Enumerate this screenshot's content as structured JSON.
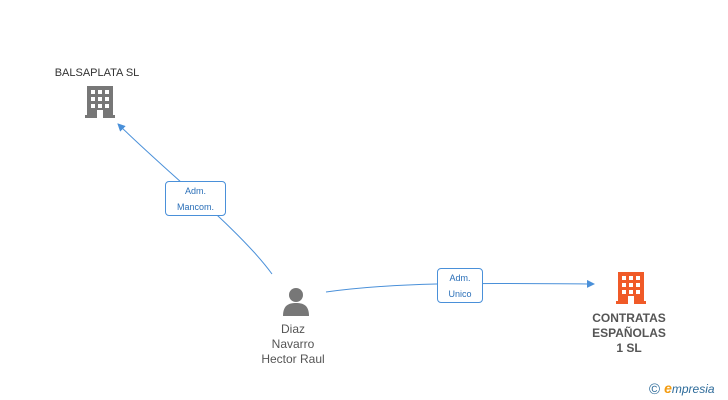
{
  "nodes": {
    "balsaplata": {
      "label": "BALSAPLATA SL",
      "icon": "building-icon",
      "color": "#777777"
    },
    "contratas": {
      "label_lines": [
        "CONTRATAS",
        "ESPAÑOLAS",
        "1 SL"
      ],
      "icon": "building-icon",
      "color": "#f05a28"
    },
    "person": {
      "label_lines": [
        "Diaz",
        "Navarro",
        "Hector Raul"
      ],
      "icon": "person-icon",
      "color": "#777777"
    }
  },
  "edges": {
    "mancom": {
      "label_lines": [
        "Adm.",
        "Mancom."
      ]
    },
    "unico": {
      "label_lines": [
        "Adm.",
        "Unico"
      ]
    }
  },
  "colors": {
    "edge": "#4a90d9"
  },
  "footer": {
    "copyright": "©",
    "brand_initial": "e",
    "brand_rest": "mpresia"
  }
}
